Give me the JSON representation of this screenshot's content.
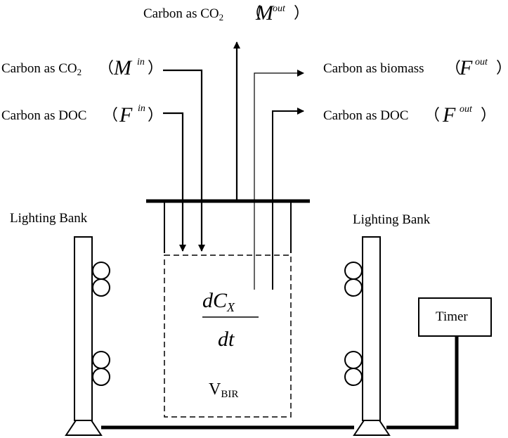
{
  "flows": {
    "co2_out": {
      "label": "Carbon as CO",
      "sub": "2",
      "symbol": "M",
      "sup": "out"
    },
    "co2_in": {
      "label": "Carbon as CO",
      "sub": "2",
      "symbol": "M",
      "sup": "in"
    },
    "doc_in": {
      "label": "Carbon as DOC",
      "symbol": "F",
      "sup": "in"
    },
    "biomass_out": {
      "label": "Carbon as biomass",
      "symbol": "F",
      "sup": "out"
    },
    "doc_out": {
      "label": "Carbon as DOC",
      "symbol": "F",
      "sup": "out"
    }
  },
  "lighting": {
    "left_label": "Lighting Bank",
    "right_label": "Lighting Bank"
  },
  "timer": {
    "label": "Timer"
  },
  "reactor": {
    "rate_numerator_main": "dC",
    "rate_numerator_sub": "X",
    "rate_denominator": "dt",
    "volume_main": "V",
    "volume_sub": "BIR"
  },
  "paren_open": "（",
  "paren_close": "）"
}
